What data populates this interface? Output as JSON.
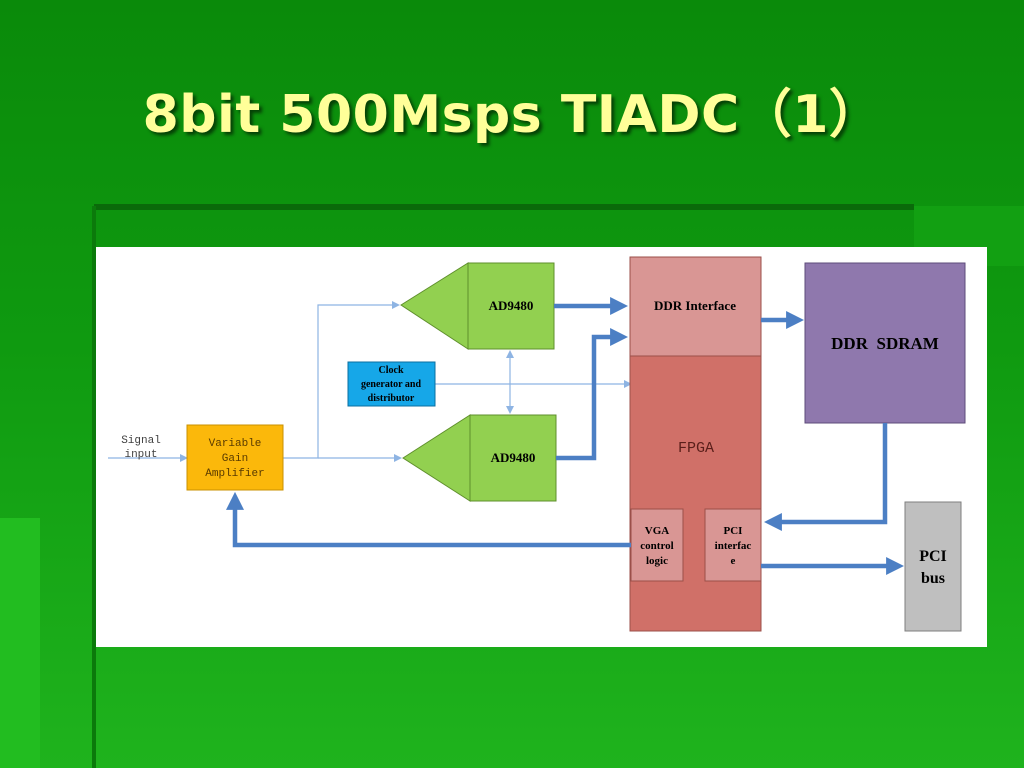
{
  "slide": {
    "title": "8bit 500Msps TIADC（1）"
  },
  "diagram": {
    "signal_input_line1": "Signal",
    "signal_input_line2": "input",
    "vga_line1": "Variable",
    "vga_line2": "Gain",
    "vga_line3": "Amplifier",
    "adc_top": "AD9480",
    "adc_bottom": "AD9480",
    "clock_line1": "Clock",
    "clock_line2": "generator and",
    "clock_line3": "distributor",
    "ddr_interface": "DDR Interface",
    "fpga": "FPGA",
    "vga_logic_line1": "VGA",
    "vga_logic_line2": "control",
    "vga_logic_line3": "logic",
    "pci_if_line1": "PCI",
    "pci_if_line2": "interfac",
    "pci_if_line3": "e",
    "ddr_sdram": "DDR  SDRAM",
    "pci_bus_line1": "PCI",
    "pci_bus_line2": "bus"
  },
  "colors": {
    "background": "#0f9a10",
    "title": "#ffff99",
    "vga_block": "#fbb80b",
    "adc_block": "#92d050",
    "clock_block": "#16a7e8",
    "ddr_interface": "#d99694",
    "fpga": "#d07068",
    "ddr_sdram": "#8f78ad",
    "pci_bus": "#bfbfbf",
    "thick_arrow": "#4c7fc4",
    "thin_line": "#8eb4e3"
  }
}
